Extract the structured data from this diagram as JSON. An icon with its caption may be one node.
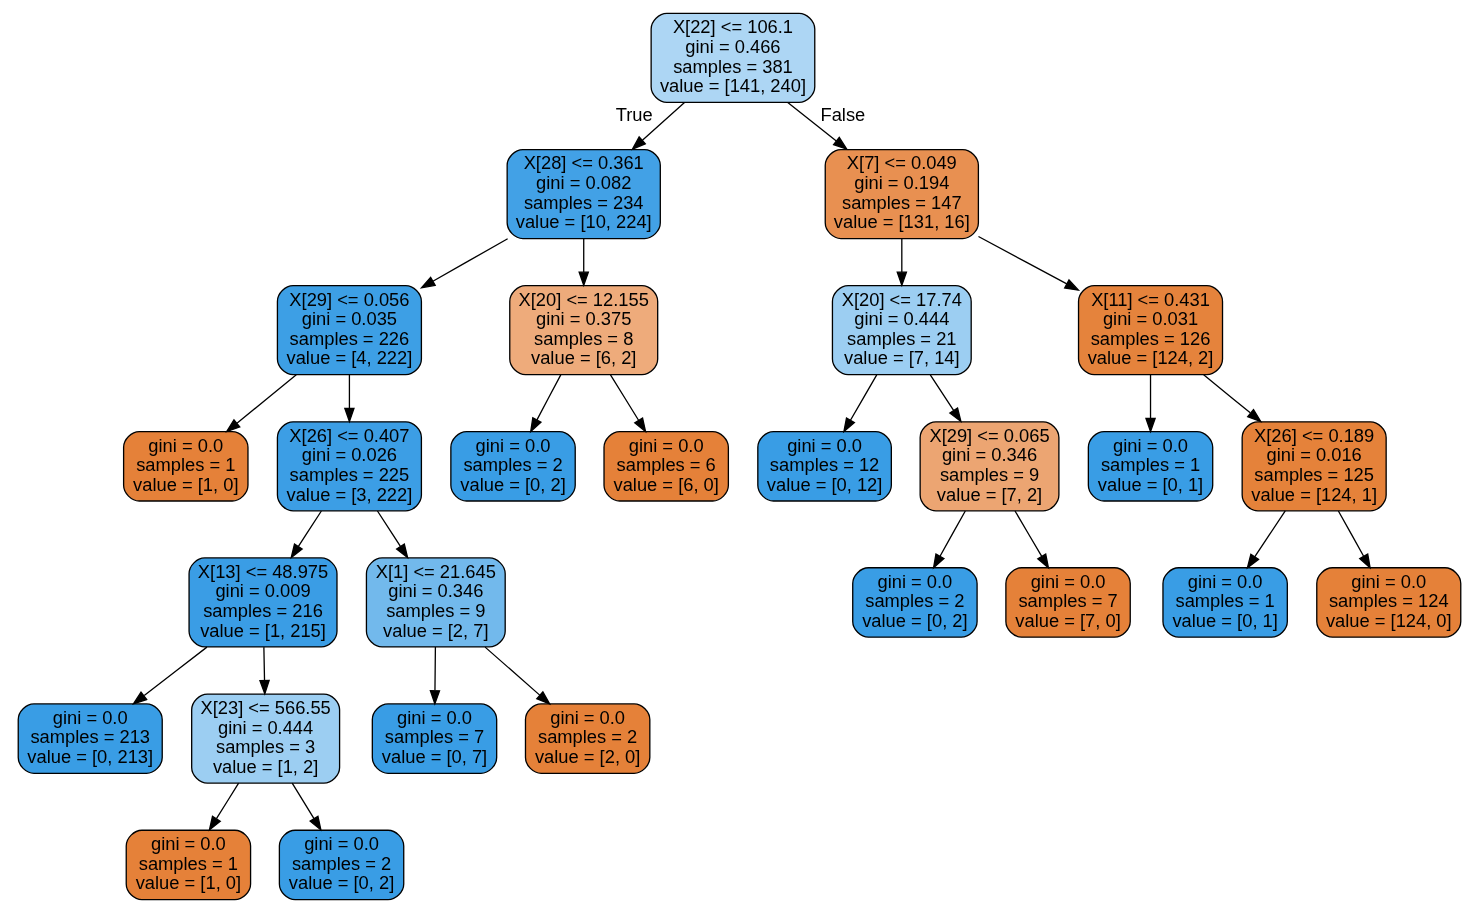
{
  "diagram": {
    "nodes": [
      {
        "text": [
          "X[22] <= 106.1",
          "gini = 0.466",
          "samples = 381",
          "value = [141, 240]"
        ]
      },
      {
        "text": [
          "X[28] <= 0.361",
          "gini = 0.082",
          "samples = 234",
          "value = [10, 224]"
        ]
      },
      {
        "text": [
          "X[7] <= 0.049",
          "gini = 0.194",
          "samples = 147",
          "value = [131, 16]"
        ]
      },
      {
        "text": [
          "X[29] <= 0.056",
          "gini = 0.035",
          "samples = 226",
          "value = [4, 222]"
        ]
      },
      {
        "text": [
          "X[20] <= 12.155",
          "gini = 0.375",
          "samples = 8",
          "value = [6, 2]"
        ]
      },
      {
        "text": [
          "X[20] <= 17.74",
          "gini = 0.444",
          "samples = 21",
          "value = [7, 14]"
        ]
      },
      {
        "text": [
          "X[11] <= 0.431",
          "gini = 0.031",
          "samples = 126",
          "value = [124, 2]"
        ]
      },
      {
        "text": [
          "gini = 0.0",
          "samples = 1",
          "value = [1, 0]"
        ]
      },
      {
        "text": [
          "X[26] <= 0.407",
          "gini = 0.026",
          "samples = 225",
          "value = [3, 222]"
        ]
      },
      {
        "text": [
          "gini = 0.0",
          "samples = 2",
          "value = [0, 2]"
        ]
      },
      {
        "text": [
          "gini = 0.0",
          "samples = 6",
          "value = [6, 0]"
        ]
      },
      {
        "text": [
          "gini = 0.0",
          "samples = 12",
          "value = [0, 12]"
        ]
      },
      {
        "text": [
          "X[29] <= 0.065",
          "gini = 0.346",
          "samples = 9",
          "value = [7, 2]"
        ]
      },
      {
        "text": [
          "gini = 0.0",
          "samples = 1",
          "value = [0, 1]"
        ]
      },
      {
        "text": [
          "X[26] <= 0.189",
          "gini = 0.016",
          "samples = 125",
          "value = [124, 1]"
        ]
      },
      {
        "text": [
          "X[13] <= 48.975",
          "gini = 0.009",
          "samples = 216",
          "value = [1, 215]"
        ]
      },
      {
        "text": [
          "X[1] <= 21.645",
          "gini = 0.346",
          "samples = 9",
          "value = [2, 7]"
        ]
      },
      {
        "text": [
          "gini = 0.0",
          "samples = 2",
          "value = [0, 2]"
        ]
      },
      {
        "text": [
          "gini = 0.0",
          "samples = 7",
          "value = [7, 0]"
        ]
      },
      {
        "text": [
          "gini = 0.0",
          "samples = 1",
          "value = [0, 1]"
        ]
      },
      {
        "text": [
          "gini = 0.0",
          "samples = 124",
          "value = [124, 0]"
        ]
      },
      {
        "text": [
          "gini = 0.0",
          "samples = 213",
          "value = [0, 213]"
        ]
      },
      {
        "text": [
          "X[23] <= 566.55",
          "gini = 0.444",
          "samples = 3",
          "value = [1, 2]"
        ]
      },
      {
        "text": [
          "gini = 0.0",
          "samples = 7",
          "value = [0, 7]"
        ]
      },
      {
        "text": [
          "gini = 0.0",
          "samples = 2",
          "value = [2, 0]"
        ]
      },
      {
        "text": [
          "gini = 0.0",
          "samples = 1",
          "value = [1, 0]"
        ]
      },
      {
        "text": [
          "gini = 0.0",
          "samples = 2",
          "value = [0, 2]"
        ]
      }
    ],
    "edges": [
      {
        "from": 0,
        "to": 1,
        "arrow": "to",
        "label": "True"
      },
      {
        "from": 0,
        "to": 2,
        "arrow": "to",
        "label": "False"
      },
      {
        "from": 1,
        "to": 3,
        "arrow": "to"
      },
      {
        "from": 1,
        "to": 4,
        "arrow": "to"
      },
      {
        "from": 2,
        "to": 5,
        "arrow": "to"
      },
      {
        "from": 2,
        "to": 6,
        "arrow": "to"
      },
      {
        "from": 3,
        "to": 7,
        "arrow": "to"
      },
      {
        "from": 3,
        "to": 8,
        "arrow": "to"
      },
      {
        "from": 4,
        "to": 9,
        "arrow": "to"
      },
      {
        "from": 4,
        "to": 10,
        "arrow": "to"
      },
      {
        "from": 5,
        "to": 11,
        "arrow": "to"
      },
      {
        "from": 5,
        "to": 12,
        "arrow": "to"
      },
      {
        "from": 6,
        "to": 13,
        "arrow": "to"
      },
      {
        "from": 6,
        "to": 14,
        "arrow": "to"
      },
      {
        "from": 8,
        "to": 15,
        "arrow": "to"
      },
      {
        "from": 8,
        "to": 16,
        "arrow": "to"
      },
      {
        "from": 12,
        "to": 17,
        "arrow": "to"
      },
      {
        "from": 12,
        "to": 18,
        "arrow": "to"
      },
      {
        "from": 14,
        "to": 19,
        "arrow": "to"
      },
      {
        "from": 14,
        "to": 20,
        "arrow": "to"
      },
      {
        "from": 15,
        "to": 21,
        "arrow": "to"
      },
      {
        "from": 15,
        "to": 22,
        "arrow": "to"
      },
      {
        "from": 16,
        "to": 23,
        "arrow": "to"
      },
      {
        "from": 16,
        "to": 24,
        "arrow": "to"
      },
      {
        "from": 22,
        "to": 25,
        "arrow": "to"
      },
      {
        "from": 22,
        "to": 26,
        "arrow": "to"
      }
    ]
  }
}
